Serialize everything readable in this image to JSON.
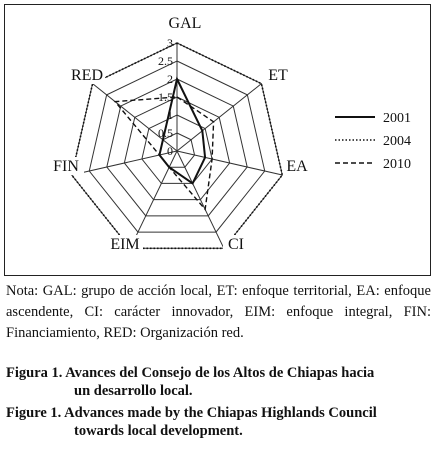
{
  "chart_data": {
    "type": "radar",
    "axes": [
      "GAL",
      "ET",
      "EA",
      "CI",
      "EIM",
      "FIN",
      "RED"
    ],
    "tick_labels": [
      "0",
      "0.5",
      "1",
      "1.5",
      "2",
      "2.5",
      "3"
    ],
    "rmax": 3,
    "series": [
      {
        "name": "2001",
        "values": [
          2.0,
          0.9,
          0.8,
          1.0,
          0.5,
          0.5,
          0.5
        ],
        "style": "solid"
      },
      {
        "name": "2004",
        "values": [
          3.0,
          3.0,
          3.0,
          3.0,
          3.0,
          3.0,
          3.0
        ],
        "style": "dotted"
      },
      {
        "name": "2010",
        "values": [
          1.5,
          1.3,
          1.0,
          1.8,
          0.5,
          0.5,
          2.2
        ],
        "style": "dashed"
      }
    ],
    "grid": true,
    "legend": "right"
  },
  "note": "Nota: GAL: grupo de acción local, ET: enfoque territorial, EA: enfoque ascendente, CI: carácter innovador, EIM: enfoque integral, FIN: Financiamiento, RED: Organización red.",
  "caption_es": {
    "line1": "Figura 1. Avances del Consejo de los Altos de Chiapas hacia",
    "line2": "un desarrollo local."
  },
  "caption_en": {
    "line1": "Figure 1. Advances made by the Chiapas Highlands Council",
    "line2": "towards local development."
  }
}
